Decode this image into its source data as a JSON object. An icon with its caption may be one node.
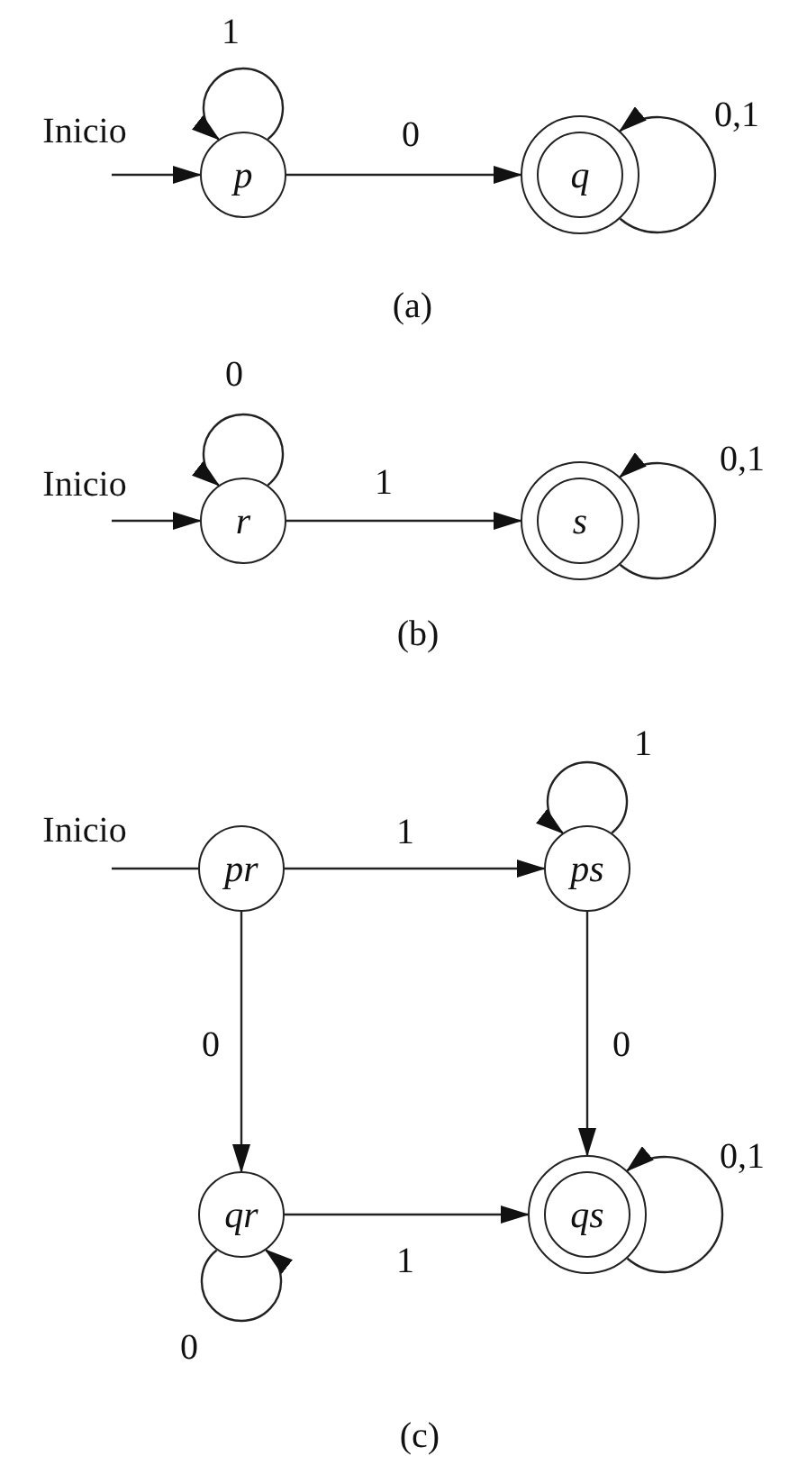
{
  "diagram": {
    "nodes": [
      {
        "text": [
          "p"
        ]
      },
      {
        "text": [
          "q"
        ]
      },
      {
        "text": [
          "r"
        ]
      },
      {
        "text": [
          "s"
        ]
      },
      {
        "text": [
          "pr"
        ]
      },
      {
        "text": [
          "ps"
        ]
      },
      {
        "text": [
          "qr"
        ]
      },
      {
        "text": [
          "qs"
        ]
      }
    ],
    "edges": [
      {
        "from": null,
        "to": 0,
        "arrow": "to",
        "label": "Inicio"
      },
      {
        "from": 0,
        "to": 0,
        "arrow": "to",
        "label": "1"
      },
      {
        "from": 0,
        "to": 1,
        "arrow": "to",
        "label": "0"
      },
      {
        "from": 1,
        "to": 1,
        "arrow": "to",
        "label": "0,1"
      },
      {
        "from": null,
        "to": 2,
        "arrow": "to",
        "label": "Inicio"
      },
      {
        "from": 2,
        "to": 2,
        "arrow": "to",
        "label": "0"
      },
      {
        "from": 2,
        "to": 3,
        "arrow": "to",
        "label": "1"
      },
      {
        "from": 3,
        "to": 3,
        "arrow": "to",
        "label": "0,1"
      },
      {
        "from": null,
        "to": 4,
        "arrow": "none",
        "label": "Inicio"
      },
      {
        "from": 4,
        "to": 5,
        "arrow": "to",
        "label": "1"
      },
      {
        "from": 5,
        "to": 5,
        "arrow": "to",
        "label": "1"
      },
      {
        "from": 4,
        "to": 6,
        "arrow": "to",
        "label": "0"
      },
      {
        "from": 6,
        "to": 7,
        "arrow": "to",
        "label": "1"
      },
      {
        "from": 5,
        "to": 7,
        "arrow": "to",
        "label": "0"
      },
      {
        "from": 6,
        "to": 6,
        "arrow": "to",
        "label": "0"
      },
      {
        "from": 7,
        "to": 7,
        "arrow": "to",
        "label": "0,1"
      }
    ],
    "labels": [
      "(a)",
      "(b)",
      "(c)"
    ]
  }
}
